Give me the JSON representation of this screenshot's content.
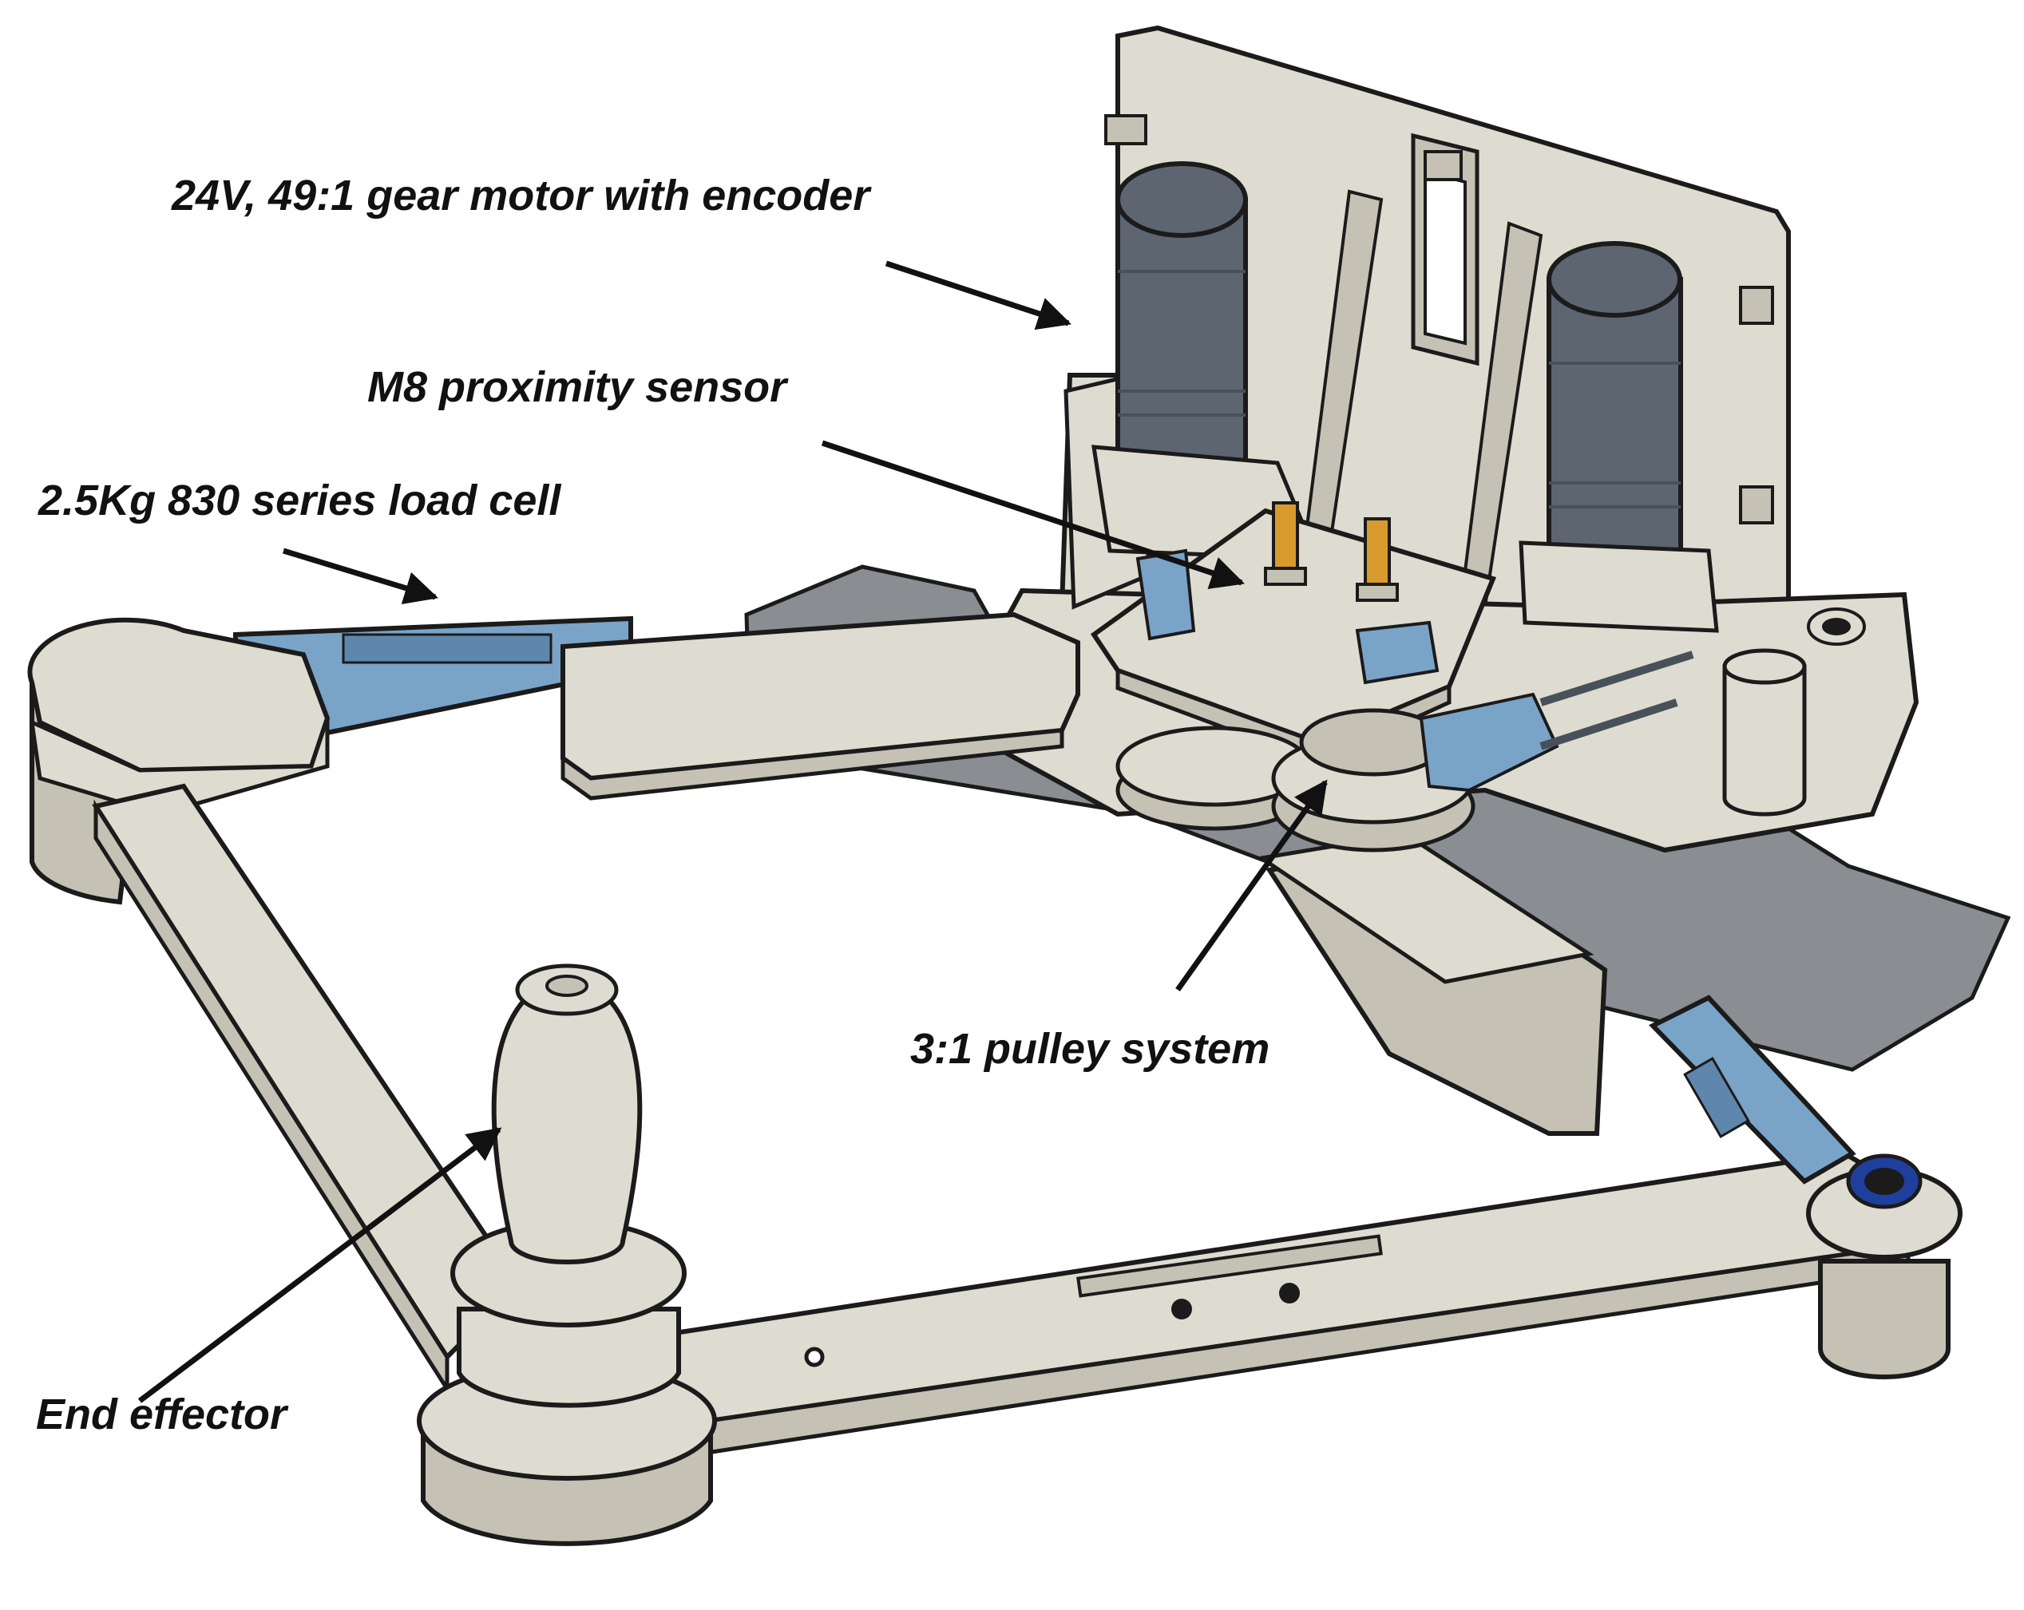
{
  "annotations": {
    "motor": "24V, 49:1 gear motor with encoder",
    "sensor": "M8 proximity sensor",
    "load_cell": "2.5Kg 830 series load cell",
    "pulley": "3:1 pulley system",
    "end_effector": "End effector"
  },
  "colors": {
    "body": "#dedbd0",
    "body_shade": "#c5c1b4",
    "outline": "#1b1b1b",
    "motor": "#5d6570",
    "motor_dark": "#48505a",
    "load_cell": "#7aa3c8",
    "base_plate": "#8a8d92",
    "sensor": "#d89a2c",
    "bearing_blue": "#1f3f9c"
  },
  "icons": {
    "motor": "gear-motor-icon",
    "sensor": "proximity-sensor-icon",
    "load_cell": "load-cell-icon",
    "pulley": "pulley-icon",
    "end_effector": "joystick-handle-icon"
  }
}
